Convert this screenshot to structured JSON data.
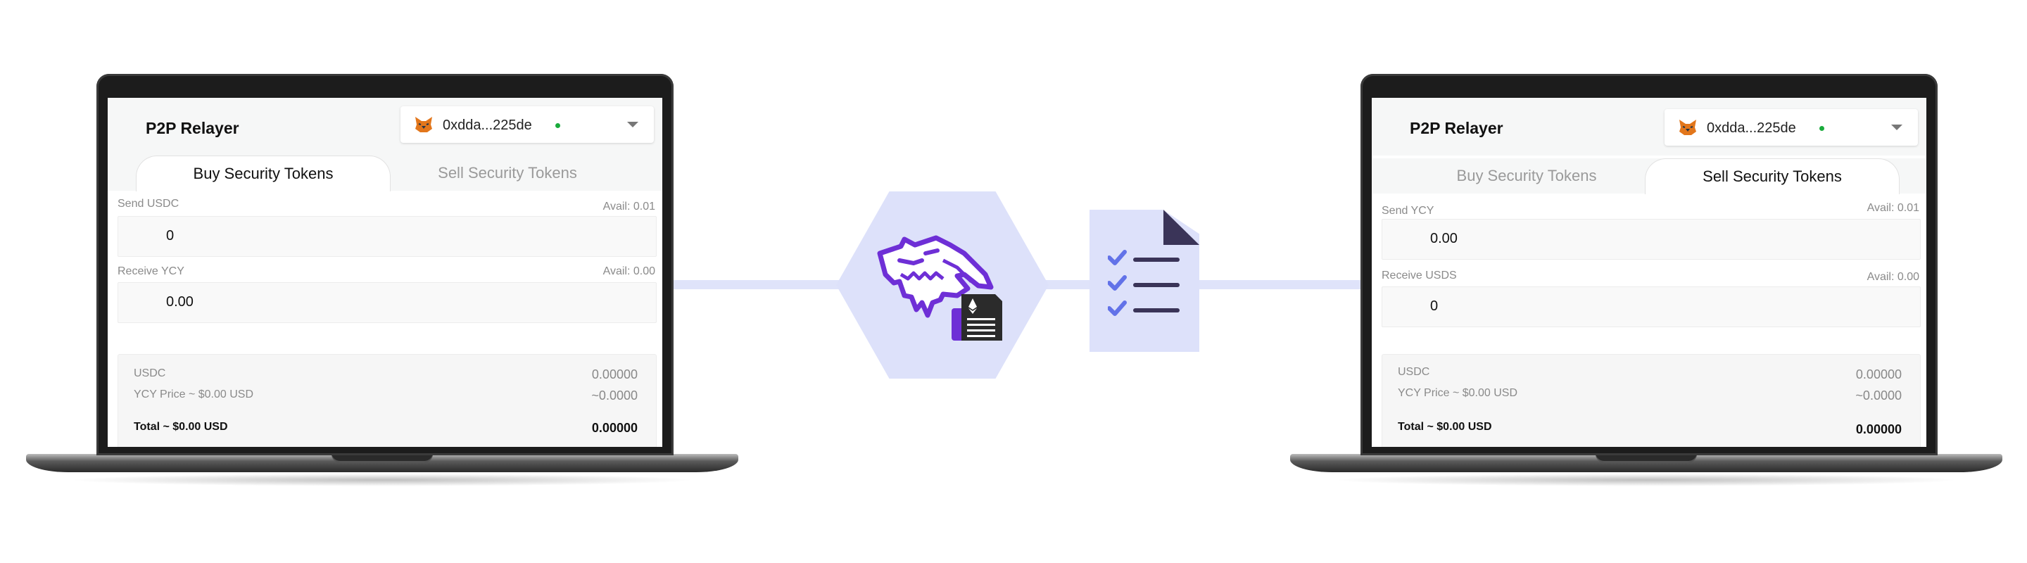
{
  "colors": {
    "accent_purple": "#6e2fd6",
    "connector": "#dfe3fa",
    "hex_fill": "#dde1fa",
    "check_blue": "#6272e8",
    "line_dark": "#3a3458",
    "online_green": "#1aab3c"
  },
  "icons": {
    "center": "dragon-head-icon",
    "center_badge": "ethereum-document-icon",
    "checklist": "checklist-document-icon",
    "wallet": "metamask-fox-icon"
  },
  "laptops": [
    {
      "app_title": "P2P Relayer",
      "wallet_address": "0xdda...225de",
      "tabs": [
        {
          "label": "Buy Security Tokens",
          "active": true
        },
        {
          "label": "Sell Security Tokens",
          "active": false
        }
      ],
      "send": {
        "label": "Send USDC",
        "avail": "Avail: 0.01",
        "value": "0"
      },
      "receive": {
        "label": "Receive YCY",
        "avail": "Avail: 0.00",
        "value": "0.00"
      },
      "summary": {
        "currency_label": "USDC",
        "currency_value": "0.00000",
        "price_label": "YCY Price  ~ $0.00 USD",
        "price_value": "~0.0000",
        "total_label": "Total ~ $0.00 USD",
        "total_value": "0.00000"
      }
    },
    {
      "app_title": "P2P Relayer",
      "wallet_address": "0xdda...225de",
      "tabs": [
        {
          "label": "Buy Security Tokens",
          "active": false
        },
        {
          "label": "Sell Security Tokens",
          "active": true
        }
      ],
      "send": {
        "label": "Send YCY",
        "avail": "Avail: 0.01",
        "value": "0.00"
      },
      "receive": {
        "label": "Receive USDS",
        "avail": "Avail: 0.00",
        "value": "0"
      },
      "summary": {
        "currency_label": "USDC",
        "currency_value": "0.00000",
        "price_label": "YCY Price  ~ $0.00 USD",
        "price_value": "~0.0000",
        "total_label": "Total ~ $0.00 USD",
        "total_value": "0.00000"
      }
    }
  ]
}
